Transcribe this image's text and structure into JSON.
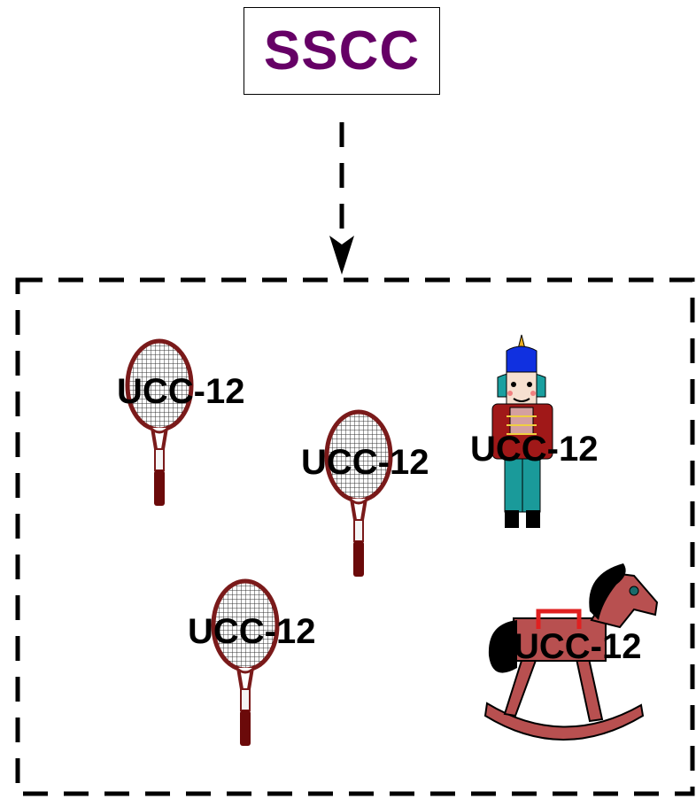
{
  "diagram": {
    "container_label": "SSCC",
    "container_label_color": "#660066",
    "item_label": "UCC-12",
    "items": [
      {
        "icon": "tennis-racket-icon",
        "label": "UCC-12"
      },
      {
        "icon": "tennis-racket-icon",
        "label": "UCC-12"
      },
      {
        "icon": "tennis-racket-icon",
        "label": "UCC-12"
      },
      {
        "icon": "nutcracker-soldier-icon",
        "label": "UCC-12"
      },
      {
        "icon": "rocking-horse-icon",
        "label": "UCC-12"
      }
    ],
    "colors": {
      "racket_frame": "#7a1a1a",
      "handle": "#6b0a0a",
      "horse_body": "#b85050",
      "saddle": "#e02020",
      "nutcracker_coat": "#a01818",
      "nutcracker_legs": "#1a9a9a",
      "hat_plume": "#1030e0"
    }
  }
}
